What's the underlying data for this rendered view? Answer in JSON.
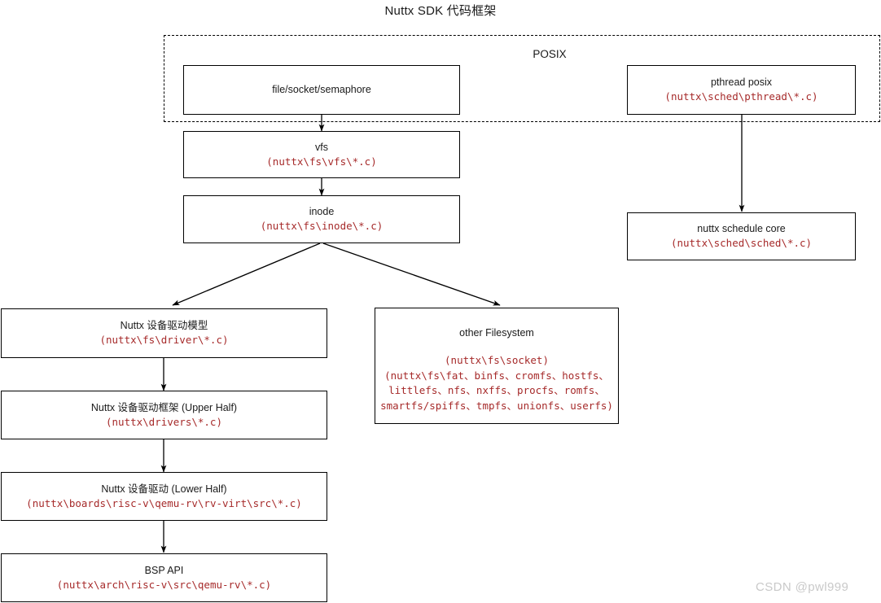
{
  "diagram": {
    "title": "Nuttx SDK 代码框架",
    "watermark": "CSDN @pwl999",
    "posix_zone_label": "POSIX",
    "accent_path_color": "#a62a2a",
    "border_color": "#000000",
    "background_color": "#ffffff"
  },
  "nodes": {
    "file_socket_semaphore": {
      "label": "file/socket/semaphore",
      "path": ""
    },
    "pthread_posix": {
      "label": "pthread posix",
      "path": "(nuttx\\sched\\pthread\\*.c)"
    },
    "vfs": {
      "label": "vfs",
      "path": "(nuttx\\fs\\vfs\\*.c)"
    },
    "inode": {
      "label": "inode",
      "path": "(nuttx\\fs\\inode\\*.c)"
    },
    "schedule_core": {
      "label": "nuttx schedule core",
      "path": "(nuttx\\sched\\sched\\*.c)"
    },
    "driver_model": {
      "label": "Nuttx 设备驱动模型",
      "path": "(nuttx\\fs\\driver\\*.c)"
    },
    "driver_upper": {
      "label": "Nuttx 设备驱动框架 (Upper Half)",
      "path": "(nuttx\\drivers\\*.c)"
    },
    "driver_lower": {
      "label": "Nuttx 设备驱动 (Lower Half)",
      "path": "(nuttx\\boards\\risc-v\\qemu-rv\\rv-virt\\src\\*.c)"
    },
    "bsp_api": {
      "label": "BSP API",
      "path": "(nuttx\\arch\\risc-v\\src\\qemu-rv\\*.c)"
    },
    "other_filesystem": {
      "label": "other Filesystem",
      "path_line1": "(nuttx\\fs\\socket)",
      "path_line2": "(nuttx\\fs\\fat、binfs、cromfs、hostfs、",
      "path_line3": "littlefs、nfs、nxffs、procfs、romfs、",
      "path_line4": "smartfs/spiffs、tmpfs、unionfs、userfs)"
    }
  },
  "edges": [
    {
      "name": "file-socket-to-vfs",
      "from": "file_socket_semaphore",
      "to": "vfs",
      "kind": "arrow-down"
    },
    {
      "name": "vfs-to-inode",
      "from": "vfs",
      "to": "inode",
      "kind": "arrow-down"
    },
    {
      "name": "pthread-to-schedule-core",
      "from": "pthread_posix",
      "to": "schedule_core",
      "kind": "arrow-down"
    },
    {
      "name": "inode-to-driver-model",
      "from": "inode",
      "to": "driver_model",
      "kind": "arrow-diagonal-left"
    },
    {
      "name": "inode-to-other-filesystem",
      "from": "inode",
      "to": "other_filesystem",
      "kind": "arrow-diagonal-right"
    },
    {
      "name": "driver-model-to-upper-half",
      "from": "driver_model",
      "to": "driver_upper",
      "kind": "arrow-down"
    },
    {
      "name": "upper-half-to-lower-half",
      "from": "driver_upper",
      "to": "driver_lower",
      "kind": "arrow-down"
    },
    {
      "name": "lower-half-to-bsp-api",
      "from": "driver_lower",
      "to": "bsp_api",
      "kind": "arrow-down"
    }
  ]
}
